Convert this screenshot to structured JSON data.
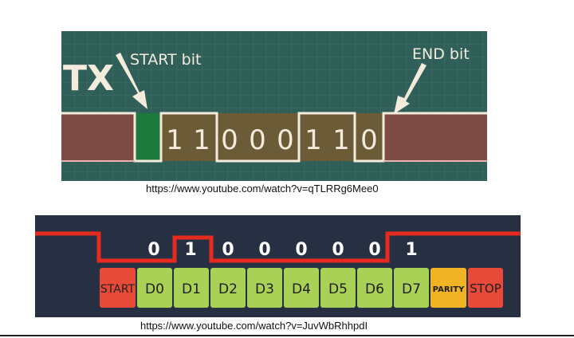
{
  "tx_diagram": {
    "label": "TX",
    "start_label": "START bit",
    "end_label": "END bit",
    "bits": [
      "1",
      "1",
      "0",
      "0",
      "0",
      "1",
      "1",
      "0"
    ],
    "caption": "https://www.youtube.com/watch?v=qTLRRg6Mee0",
    "colors": {
      "background": "#2f5f58",
      "idle": "#7e4a44",
      "start": "#1e7a3c",
      "data": "#6b5b36",
      "line": "#f3ecdc"
    }
  },
  "frame_diagram": {
    "values": [
      "0",
      "1",
      "0",
      "0",
      "0",
      "0",
      "0",
      "1"
    ],
    "cells": [
      "START",
      "D0",
      "D1",
      "D2",
      "D3",
      "D4",
      "D5",
      "D6",
      "D7",
      "PARITY",
      "STOP"
    ],
    "caption": "https://www.youtube.com/watch?v=JuvWbRhhpdI",
    "colors": {
      "background": "#263042",
      "signal": "#e52b1f",
      "start": "#e84a3a",
      "data": "#a9d156",
      "parity": "#f0b323",
      "stop": "#e84a3a"
    }
  }
}
